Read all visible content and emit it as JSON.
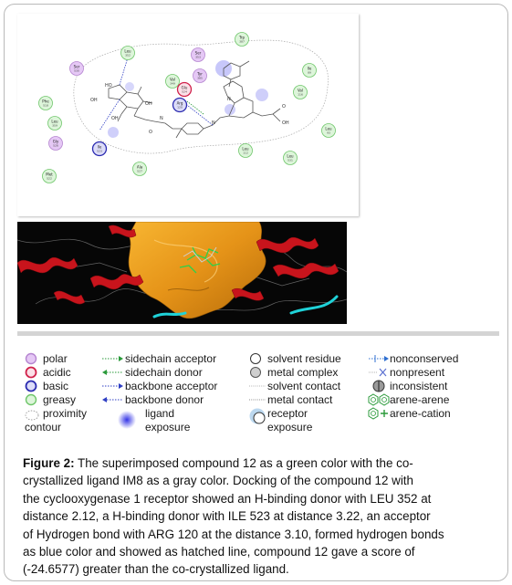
{
  "map": {
    "residues": [
      {
        "name": "Leu",
        "num": "352",
        "type": "greasy"
      },
      {
        "name": "Ser",
        "num": "530",
        "type": "polar"
      },
      {
        "name": "Ser",
        "num": "353",
        "type": "polar"
      },
      {
        "name": "Trp",
        "num": "387",
        "type": "greasy"
      },
      {
        "name": "Tyr",
        "num": "385",
        "type": "polar"
      },
      {
        "name": "Val",
        "num": "349",
        "type": "greasy"
      },
      {
        "name": "Glu",
        "num": "524",
        "type": "acidic"
      },
      {
        "name": "Arg",
        "num": "120",
        "type": "basic"
      },
      {
        "name": "Phe",
        "num": "518",
        "type": "greasy"
      },
      {
        "name": "Leu",
        "num": "359",
        "type": "greasy"
      },
      {
        "name": "Gly",
        "num": "526",
        "type": "polar"
      },
      {
        "name": "Ile",
        "num": "523",
        "type": "basic"
      },
      {
        "name": "Ala",
        "num": "527",
        "type": "greasy"
      },
      {
        "name": "Met",
        "num": "522",
        "type": "greasy"
      },
      {
        "name": "Ile",
        "num": "89",
        "type": "greasy"
      },
      {
        "name": "Val",
        "num": "116",
        "type": "greasy"
      },
      {
        "name": "Leu",
        "num": "93",
        "type": "greasy"
      },
      {
        "name": "Leu",
        "num": "112",
        "type": "greasy"
      },
      {
        "name": "Leu",
        "num": "531",
        "type": "greasy"
      }
    ],
    "atoms": [
      "HO",
      "OH",
      "OH",
      "OH",
      "O",
      "N",
      "N",
      "O",
      "OH",
      "N"
    ]
  },
  "legend": {
    "col1": [
      {
        "label": "polar",
        "icon": "polar-circle-icon"
      },
      {
        "label": "acidic",
        "icon": "acidic-circle-icon"
      },
      {
        "label": "basic",
        "icon": "basic-circle-icon"
      },
      {
        "label": "greasy",
        "icon": "greasy-circle-icon"
      },
      {
        "label1": "proximity",
        "label2": "contour",
        "icon": "proximity-contour-icon"
      }
    ],
    "col2": [
      {
        "label": "sidechain acceptor",
        "icon": "sidechain-acceptor-arrow-icon"
      },
      {
        "label": "sidechain donor",
        "icon": "sidechain-donor-arrow-icon"
      },
      {
        "label": "backbone acceptor",
        "icon": "backbone-acceptor-arrow-icon"
      },
      {
        "label": "backbone donor",
        "icon": "backbone-donor-arrow-icon"
      },
      {
        "label1": "ligand",
        "label2": "exposure",
        "icon": "ligand-exposure-icon"
      }
    ],
    "col3": [
      {
        "label": "solvent residue",
        "icon": "solvent-residue-icon"
      },
      {
        "label": "metal complex",
        "icon": "metal-complex-icon"
      },
      {
        "label": "solvent contact",
        "icon": "solvent-contact-line-icon"
      },
      {
        "label": "metal contact",
        "icon": "metal-contact-line-icon"
      },
      {
        "label1": "receptor",
        "label2": "exposure",
        "icon": "receptor-exposure-icon"
      }
    ],
    "col4": [
      {
        "label": "nonconserved",
        "icon": "nonconserved-icon"
      },
      {
        "label": "nonpresent",
        "icon": "nonpresent-icon"
      },
      {
        "label": "inconsistent",
        "icon": "inconsistent-icon"
      },
      {
        "label": "arene-arene",
        "icon": "arene-arene-icon"
      },
      {
        "label": "arene-cation",
        "icon": "arene-cation-icon"
      }
    ],
    "colors": {
      "polar_fill": "#e5c8f5",
      "polar_stroke": "#b585d0",
      "acidic_fill": "#fbe0e8",
      "acidic_stroke": "#d0204a",
      "basic_fill": "#dcdcf8",
      "basic_stroke": "#2b2bb0",
      "greasy_fill": "#ddf5da",
      "greasy_stroke": "#6fc66a",
      "sidechain": "#2a9a3a",
      "backbone": "#2f3fc4"
    }
  },
  "caption": {
    "label": "Figure 2:",
    "line1": "The superimposed compound 12 as a green color with the co-",
    "line2": "crystallized ligand IM8 as a gray color. Docking of the compound 12 with",
    "line3": "the cyclooxygenase 1 receptor showed an H-binding donor with LEU 352 at",
    "line4": "distance 2.12, a H-binding donor with ILE 523 at distance 3.22, an acceptor",
    "line5": "of Hydrogen bond with ARG 120 at the distance 3.10, formed hydrogen bonds",
    "line6": "as blue color and showed as hatched line, compound 12 gave a score of",
    "line7": "(-24.6577) greater than the co-crystallized ligand."
  }
}
